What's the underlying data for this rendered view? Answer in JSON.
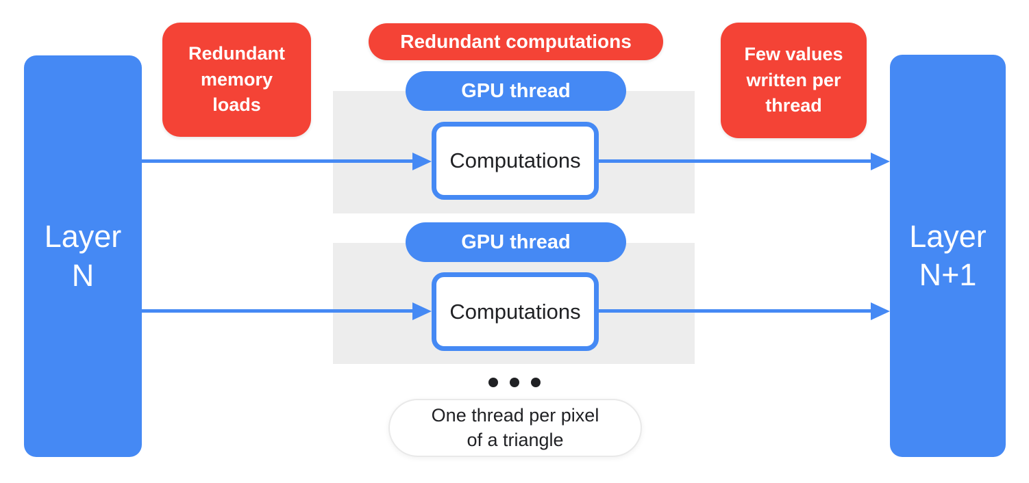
{
  "diagram": {
    "title_semantic": "GPU per-pixel shading data flow between neural network layers",
    "layer_left": {
      "line1": "Layer",
      "line2": "N"
    },
    "layer_right": {
      "line1": "Layer",
      "line2": "N+1"
    },
    "label_memory": {
      "line1": "Redundant",
      "line2": "memory",
      "line3": "loads"
    },
    "label_compute": {
      "text": "Redundant computations"
    },
    "label_output": {
      "line1": "Few values",
      "line2": "written per",
      "line3": "thread"
    },
    "thread1": {
      "pill_label": "GPU thread",
      "box_label": "Computations"
    },
    "thread2": {
      "pill_label": "GPU thread",
      "box_label": "Computations"
    },
    "note": {
      "line1": "One thread per pixel",
      "line2": "of a triangle"
    },
    "ellipsis_dot_count": 3
  },
  "icons": {
    "arrow": "arrow-right",
    "ellipsis": "ellipsis-dots"
  },
  "colors": {
    "blue": "#4589F4",
    "red": "#F44336",
    "band_gray": "#EDEDED",
    "dark_text": "#202124",
    "note_border": "#E9E9E9",
    "background": "#FFFFFF"
  }
}
